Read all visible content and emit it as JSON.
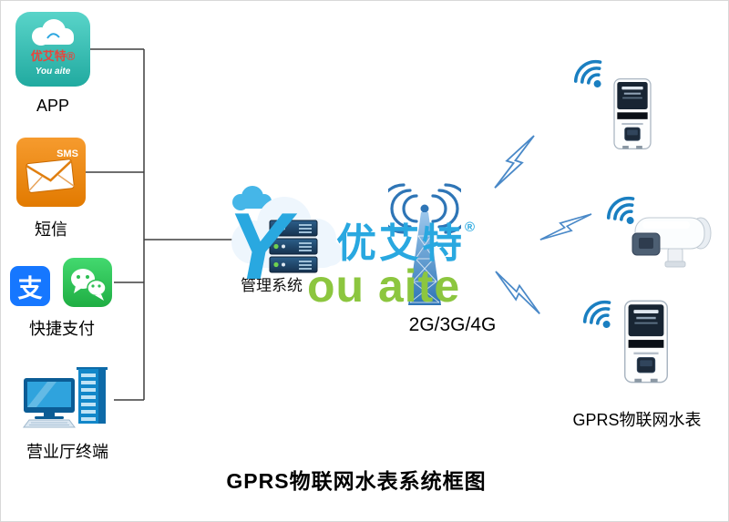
{
  "diagram": {
    "title": "GPRS物联网水表系统框图",
    "left_items": [
      {
        "label": "APP"
      },
      {
        "label": "短信"
      },
      {
        "label": "快捷支付"
      },
      {
        "label": "营业厅终端"
      }
    ],
    "management": {
      "label": "管理系统"
    },
    "network": {
      "label": "2G/3G/4G"
    },
    "meters": {
      "label": "GPRS物联网水表"
    },
    "watermark": {
      "cn": "优艾特",
      "reg": "®",
      "en_initial": "Y",
      "en_rest": "ou aite"
    },
    "app_icon": {
      "cn": "优艾特®",
      "en": "You aite"
    },
    "sms_icon": {
      "text": "SMS"
    },
    "alipay_icon": {
      "text": "支"
    },
    "icons": [
      "app-cloud-logo-icon",
      "sms-envelope-icon",
      "alipay-icon",
      "wechat-icon",
      "terminal-icon",
      "cloud-server-icon",
      "signal-tower-icon",
      "wifi-icon",
      "lightning-icon",
      "water-meter-icon"
    ],
    "colors": {
      "watermark_blue": "#29a8e0",
      "watermark_green": "#8cc63f",
      "tower_blue": "#2e75b6",
      "wifi_blue": "#1a7fc1",
      "sms_orange": "#ef8200",
      "app_teal": "#2fbdb3",
      "wechat_green": "#2dbf53",
      "alipay_blue": "#1677ff",
      "connector_line": "#3f3f3f"
    }
  }
}
